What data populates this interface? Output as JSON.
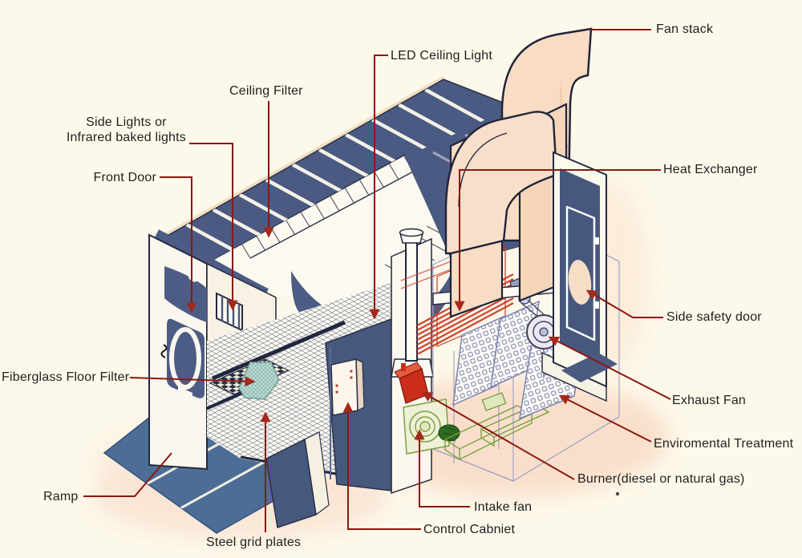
{
  "diagram": {
    "subject": "spray-booth-cutaway",
    "labels": {
      "fan_stack": {
        "text": "Fan stack"
      },
      "led_ceiling_light": {
        "text": "LED Ceiling Light"
      },
      "ceiling_filter": {
        "text": "Ceiling Filter"
      },
      "side_lights": {
        "line1": "Side Lights or",
        "line2": "Infrared baked lights"
      },
      "front_door": {
        "text": "Front Door"
      },
      "fiberglass_floor_filter": {
        "text": "Fiberglass Floor Filter"
      },
      "ramp": {
        "text": "Ramp"
      },
      "steel_grid_plates": {
        "text": "Steel grid plates"
      },
      "control_cabinet": {
        "text": "Control Cabniet"
      },
      "intake_fan": {
        "text": "Intake fan"
      },
      "burner": {
        "text": "Burner(diesel or natural gas)"
      },
      "exhaust_fan": {
        "text": "Exhaust Fan"
      },
      "environmental_treatment": {
        "text": "Enviromental Treatment"
      },
      "side_safety_door": {
        "text": "Side safety door"
      },
      "heat_exchanger": {
        "text": "Heat Exchanger"
      }
    },
    "colors": {
      "background": "#fdf9ea",
      "outline": "#23283f",
      "roof_navy": "#4b5a82",
      "wall_white": "#fbf7ee",
      "panel_navy": "#4d5c85",
      "duct_peach": "#f8dcc3",
      "ramp_blue": "#4c6e96",
      "leader_red": "#8b1811",
      "arrow_red": "#a5281b",
      "heat_exchanger_red": "#cf4530",
      "burner_red": "#cb2d1b",
      "green": "#7ba043",
      "dark_green": "#2e6b22",
      "perforated_purple": "#7c81ae",
      "filter_teal": "#a9cdc7",
      "glow_peach": "#f9ddc8",
      "text": "#1f1f1f"
    }
  }
}
